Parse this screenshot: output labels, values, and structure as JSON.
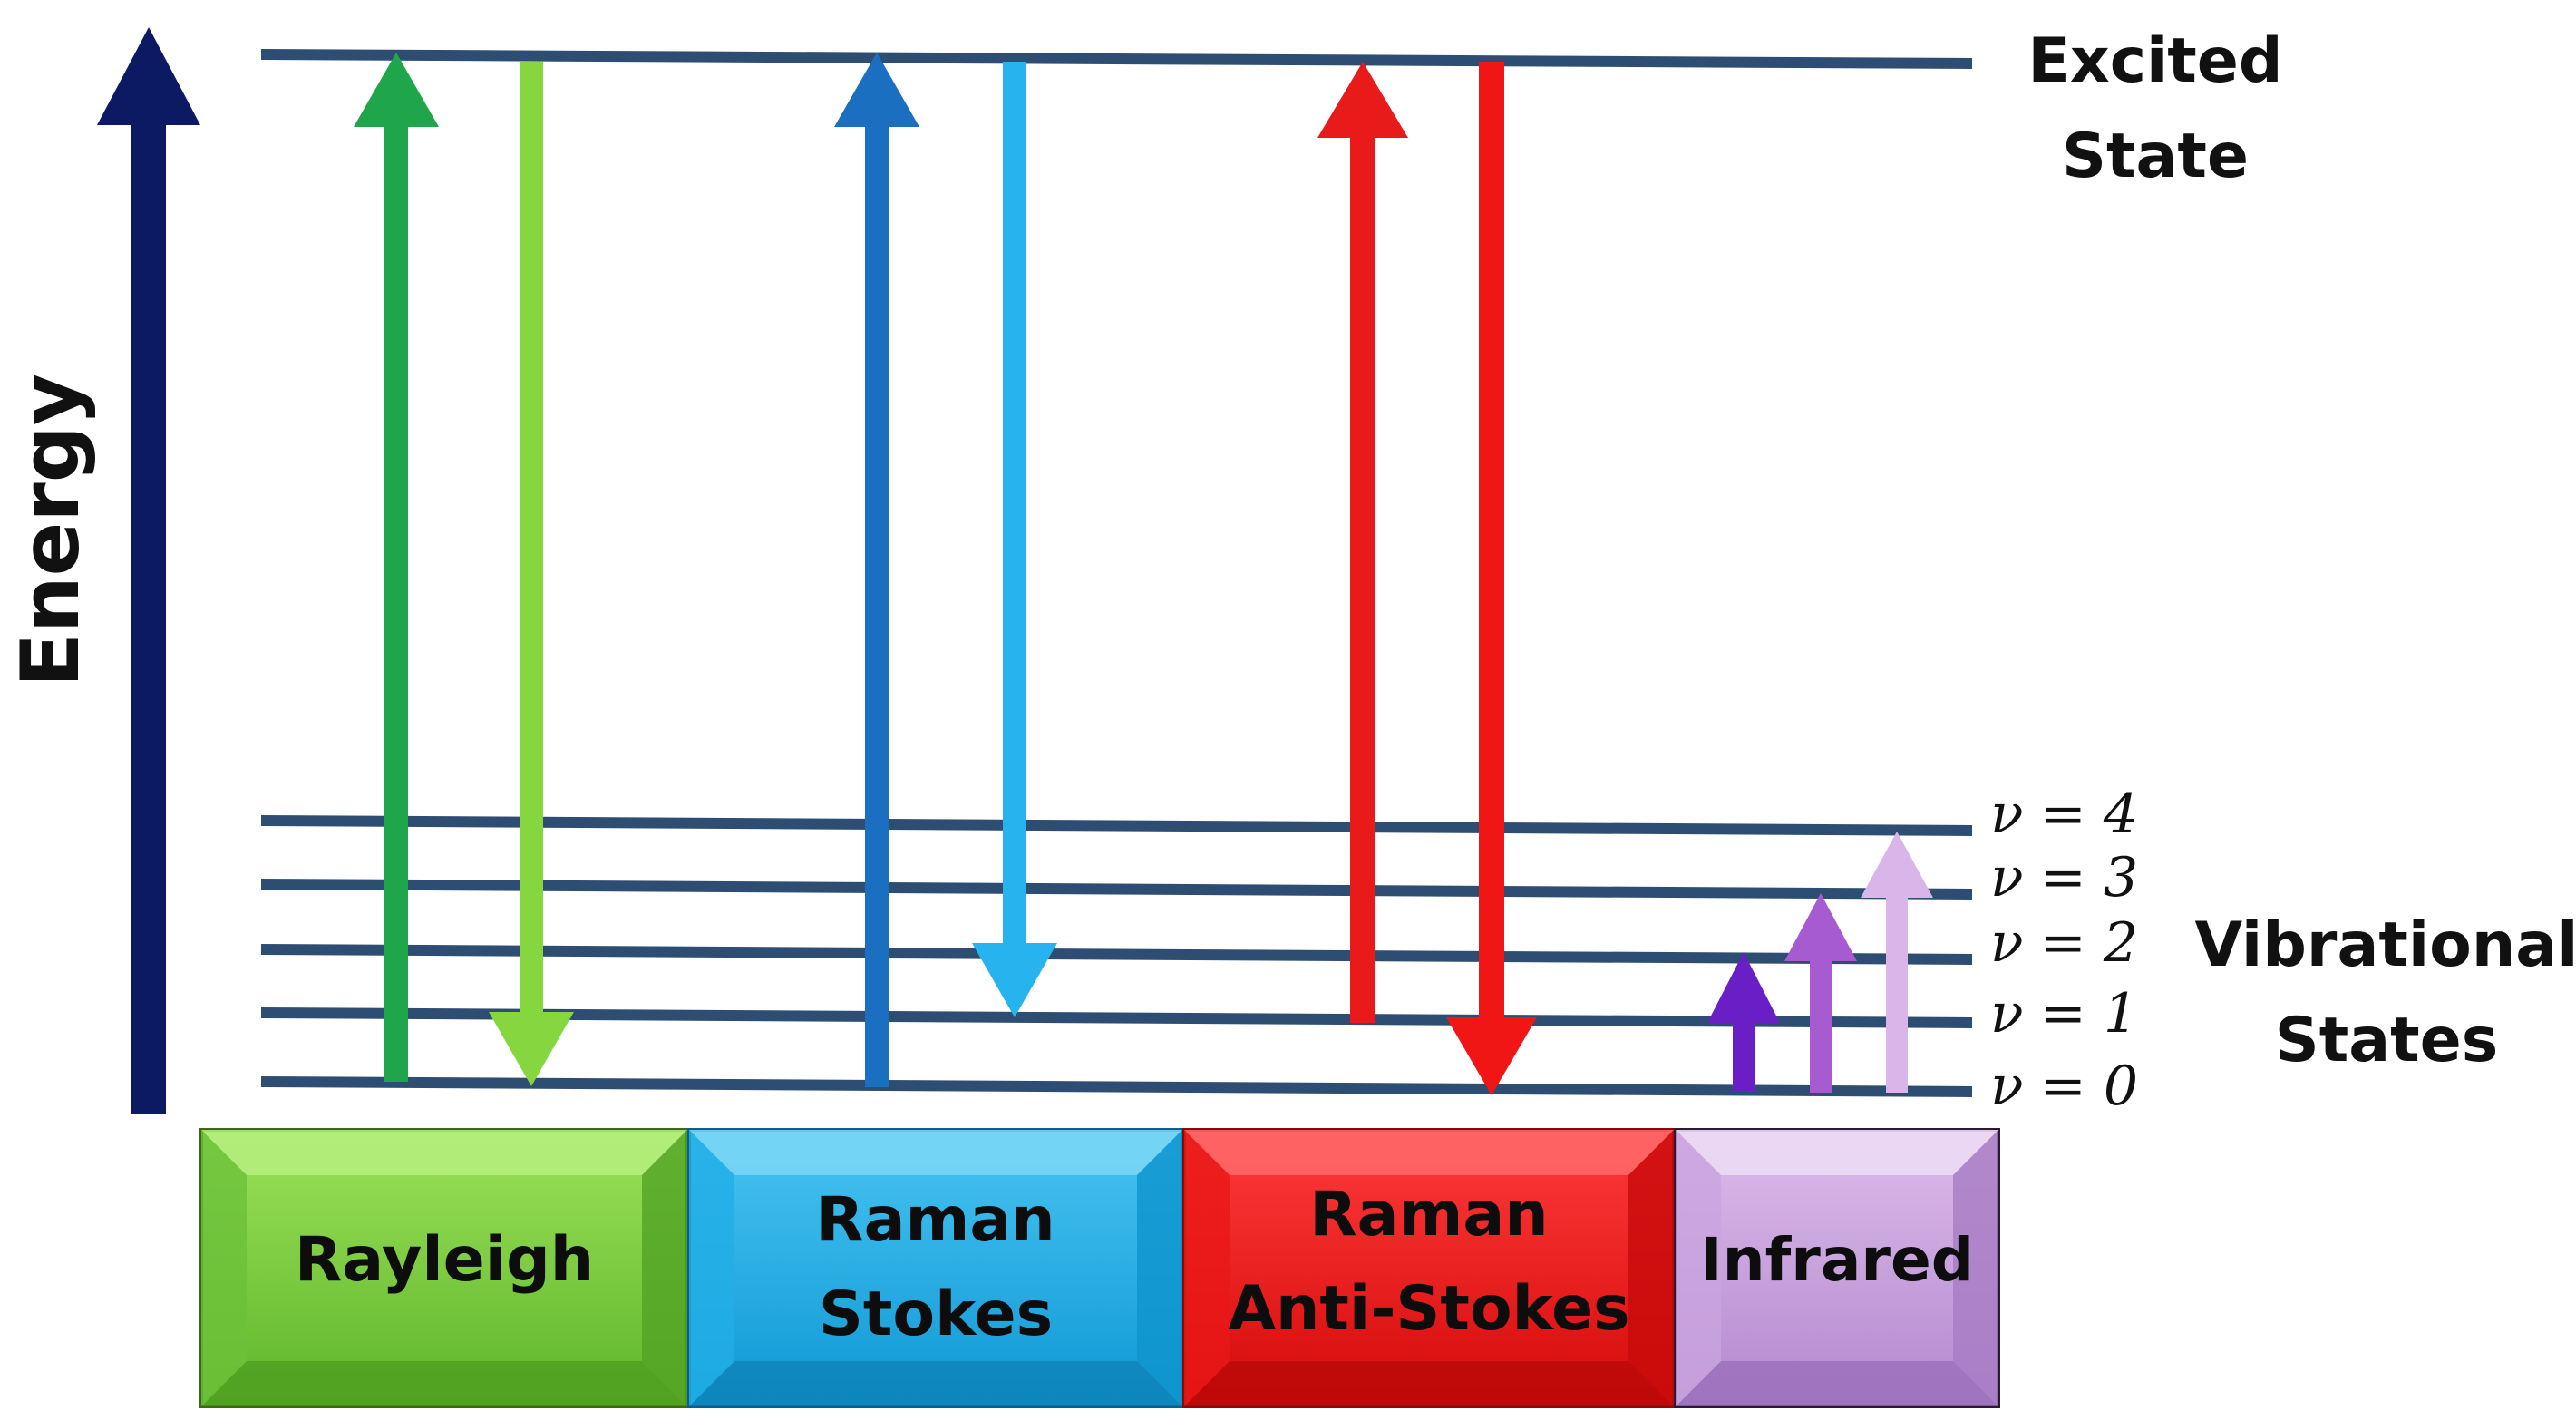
{
  "energy_axis": {
    "label": "Energy",
    "color": "#0b1a63"
  },
  "excited_state": {
    "label_line1": "Excited",
    "label_line2": "State"
  },
  "vibrational_states": {
    "label_line1": "Vibrational",
    "label_line2": "States",
    "levels": [
      "ν = 4",
      "ν = 3",
      "ν = 2",
      "ν = 1",
      "ν = 0"
    ]
  },
  "line_color": "#2e4d72",
  "processes": [
    {
      "key": "rayleigh",
      "line1": "Rayleigh",
      "line2": "",
      "color": "#7fd13b",
      "up_color": "#1fa54a",
      "down_color": "#86d63f"
    },
    {
      "key": "raman-stokes",
      "line1": "Raman",
      "line2": "Stokes",
      "color": "#1ab0e8",
      "up_color": "#1a6fc0",
      "down_color": "#27b4ee"
    },
    {
      "key": "raman-anti-stokes",
      "line1": "Raman",
      "line2": "Anti-Stokes",
      "color": "#f01010",
      "up_color": "#e81a1a",
      "down_color": "#f01616"
    },
    {
      "key": "infrared",
      "line1": "Infrared",
      "line2": "",
      "color": "#c8a0dc",
      "arrow_colors": [
        "#6a1fc6",
        "#a65bd0",
        "#d8b6ea"
      ]
    }
  ]
}
